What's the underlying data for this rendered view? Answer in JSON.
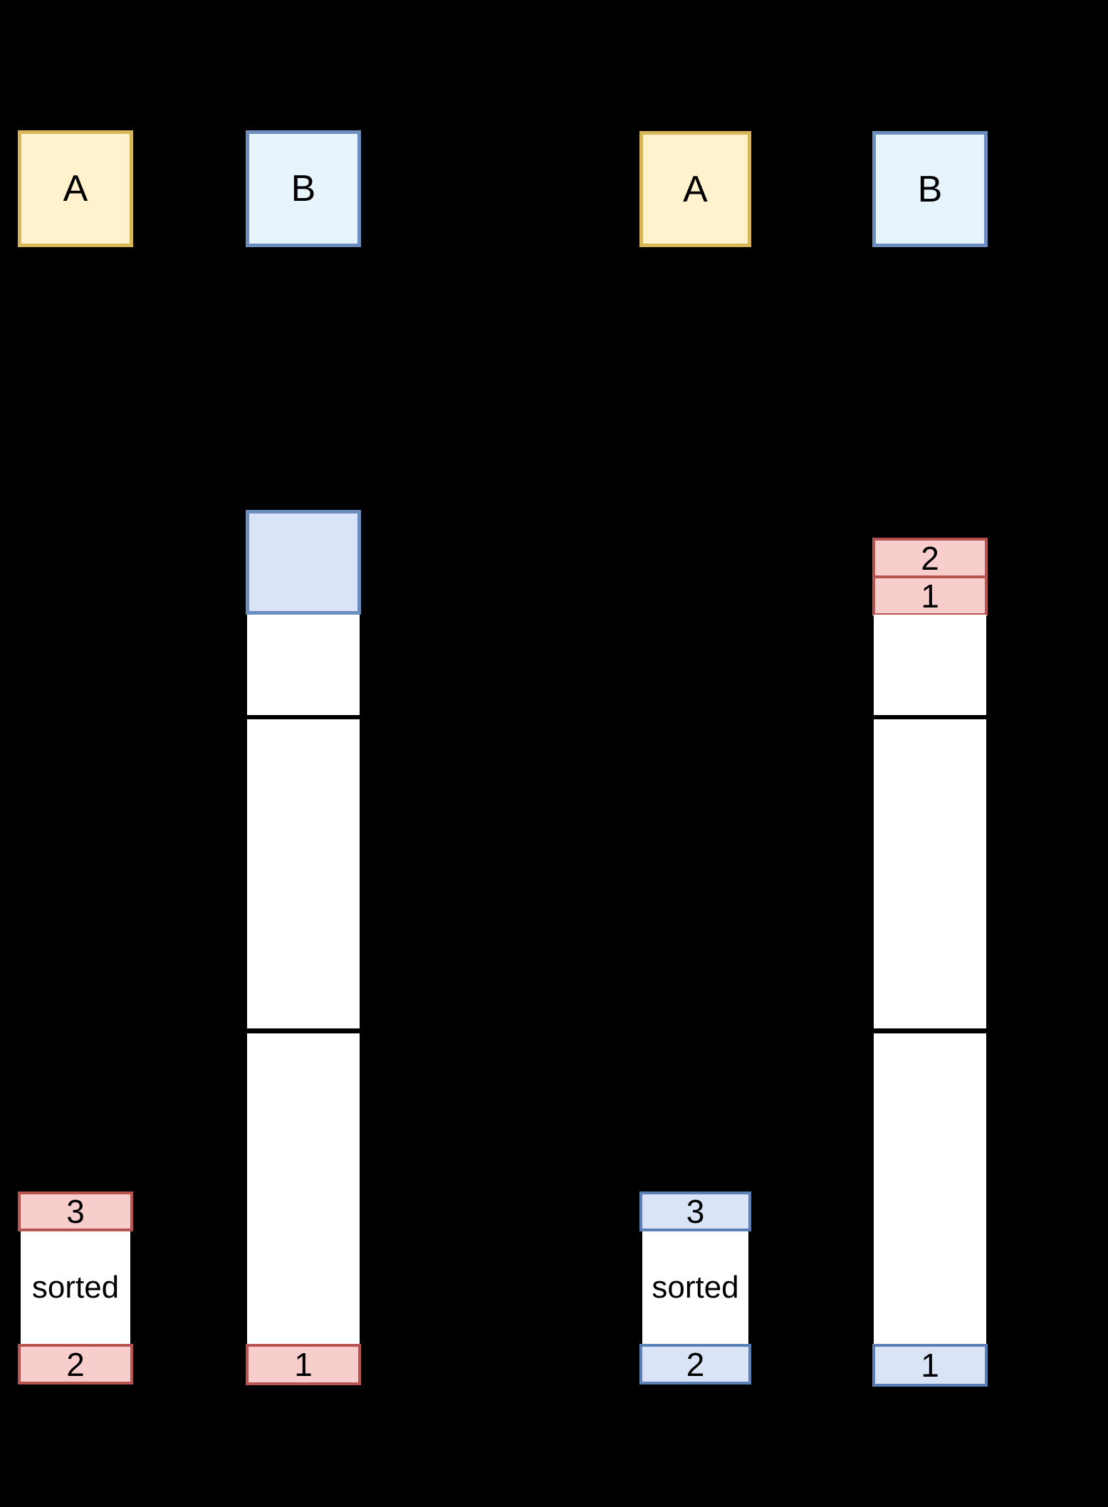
{
  "colors": {
    "background": "#000000",
    "yellow_fill": "#FFF2CC",
    "yellow_border": "#D6B656",
    "cyan_fill": "#E7F4FB",
    "blue_fill": "#D9E4F7",
    "blue_border": "#6C8EBF",
    "blue_item_border": "#5B80B8",
    "red_fill": "#F8CECC",
    "red_border": "#B85450",
    "segment_fill": "#FFFFFF",
    "text": "#000000"
  },
  "left_panel": {
    "stack_a_label": "A",
    "stack_b_label": "B",
    "column_b": {
      "moved_block_value": "",
      "bottom_item": "1"
    },
    "column_a": {
      "top_item": "3",
      "middle_label": "sorted",
      "bottom_item": "2"
    }
  },
  "right_panel": {
    "stack_a_label": "A",
    "stack_b_label": "B",
    "column_b": {
      "top_items": [
        "2",
        "1"
      ],
      "bottom_item": "1"
    },
    "column_a": {
      "top_item": "3",
      "middle_label": "sorted",
      "bottom_item": "2"
    }
  }
}
